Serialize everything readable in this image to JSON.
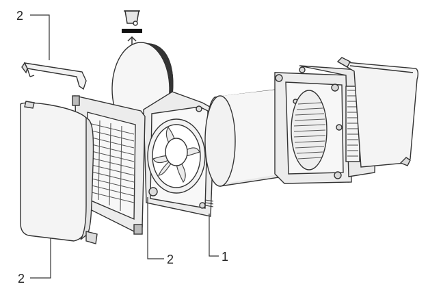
{
  "diagram": {
    "callouts": [
      {
        "id": "top-left",
        "label": "2"
      },
      {
        "id": "bottom-middle",
        "label": "2"
      },
      {
        "id": "bottom-right",
        "label": "1"
      },
      {
        "id": "bottom-left",
        "label": "2"
      }
    ],
    "colors": {
      "line": "#333333",
      "fill_light": "#f4f4f4",
      "fill_mid": "#e4e4e4",
      "fill_dark": "#bdbdbd",
      "bar": "#111111"
    },
    "icons": [
      "trash-bin-icon",
      "arrow-up-icon"
    ]
  }
}
